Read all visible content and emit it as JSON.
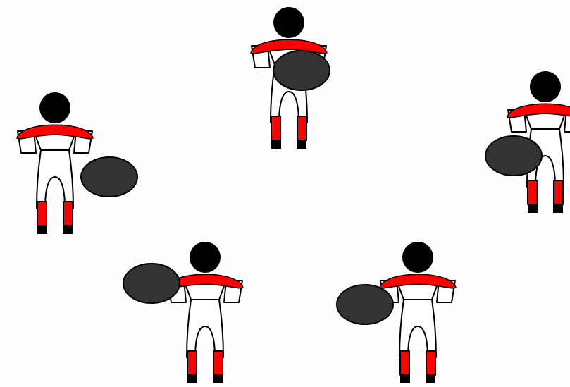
{
  "colors": {
    "background": "#fefefe",
    "jersey_band": "#ff0000",
    "head": "#000000",
    "body_fill": "#ffffff",
    "outline": "#000000",
    "sock": "#ff0000",
    "boot": "#000000",
    "ball": "#333333"
  },
  "players": [
    {
      "id": "player-top",
      "ball_side": "front"
    },
    {
      "id": "player-left",
      "ball_side": "right"
    },
    {
      "id": "player-right",
      "ball_side": "left"
    },
    {
      "id": "player-bottom-left",
      "ball_side": "left"
    },
    {
      "id": "player-bottom-right",
      "ball_side": "left"
    }
  ]
}
